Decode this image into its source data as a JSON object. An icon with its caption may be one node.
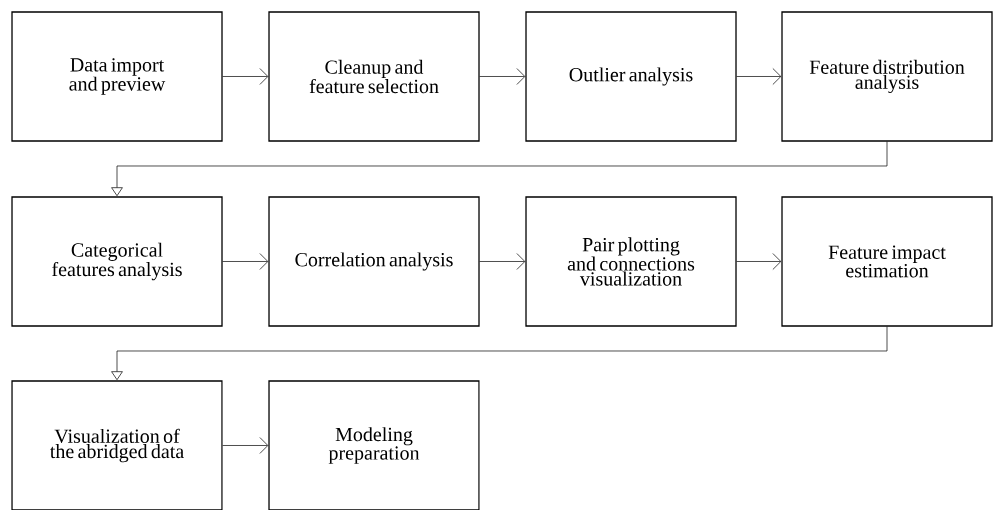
{
  "diagram": {
    "nodes": [
      {
        "text": [
          "Data import and preview"
        ]
      },
      {
        "text": [
          "Cleanup and feature selection"
        ]
      },
      {
        "text": [
          "Outlier analysis"
        ]
      },
      {
        "text": [
          "Feature distribution analysis"
        ]
      },
      {
        "text": [
          "Categorical features analysis"
        ]
      },
      {
        "text": [
          "Correlation analysis"
        ]
      },
      {
        "text": [
          "Pair plotting and connections visualization"
        ]
      },
      {
        "text": [
          "Feature impact estimation"
        ]
      },
      {
        "text": [
          "Visualization of the abridged data"
        ]
      },
      {
        "text": [
          "Modeling preparation"
        ]
      }
    ],
    "edges": [
      {
        "from": 0,
        "to": 1,
        "arrow": "to"
      },
      {
        "from": 1,
        "to": 2,
        "arrow": "to"
      },
      {
        "from": 2,
        "to": 3,
        "arrow": "to"
      },
      {
        "from": 3,
        "to": 4,
        "arrow": "to"
      },
      {
        "from": 4,
        "to": 5,
        "arrow": "to"
      },
      {
        "from": 5,
        "to": 6,
        "arrow": "to"
      },
      {
        "from": 6,
        "to": 7,
        "arrow": "to"
      },
      {
        "from": 7,
        "to": 8,
        "arrow": "to"
      },
      {
        "from": 8,
        "to": 9,
        "arrow": "to"
      }
    ]
  }
}
